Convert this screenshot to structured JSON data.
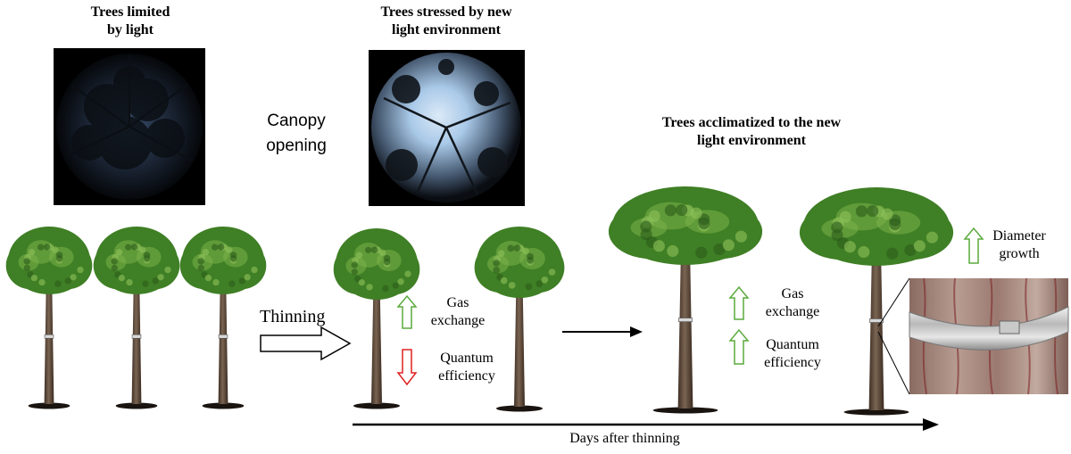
{
  "titles": {
    "limited": [
      "Trees limited",
      "by light"
    ],
    "stressed": [
      "Trees stressed by new",
      "light environment"
    ],
    "acclimatized": [
      "Trees acclimatized to the new",
      "light environment"
    ]
  },
  "labels": {
    "canopy_opening": [
      "Canopy",
      "opening"
    ],
    "thinning": "Thinning",
    "stress_gas": [
      "Gas",
      "exchange"
    ],
    "stress_quantum": [
      "Quantum",
      "efficiency"
    ],
    "accl_gas": [
      "Gas",
      "exchange"
    ],
    "accl_quantum": [
      "Quantum",
      "efficiency"
    ],
    "diameter": [
      "Diameter",
      "growth"
    ],
    "time_axis": "Days after thinning"
  },
  "colors": {
    "increase": "#5aaa3c",
    "decrease": "#e02020",
    "foliage": "#3f7f25",
    "foliage_light": "#7cb24a",
    "trunk": "#5e4a3a",
    "sky": "#a9c9e8",
    "bark": "#9b7a70"
  },
  "icons": {
    "increase": "hollow-up-arrow-icon",
    "decrease": "hollow-down-arrow-icon",
    "tree": "tree-icon",
    "dendrometer": "dendrometer-band-photo"
  }
}
